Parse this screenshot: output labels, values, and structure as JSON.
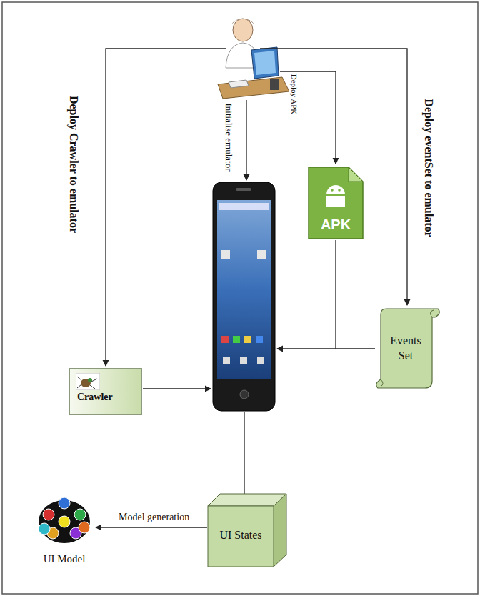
{
  "diagram": {
    "nodes": [
      {
        "text": [
          "APK"
        ]
      },
      {
        "text": [
          "Crawler"
        ]
      },
      {
        "text": [
          "Events Set"
        ]
      },
      {
        "text": [
          "UI States"
        ]
      },
      {
        "text": [
          "UI Model"
        ]
      }
    ],
    "edges": [
      {
        "from": 3,
        "to": 4,
        "label": "Model generation",
        "arrow": "to"
      }
    ],
    "labels": [
      "Deploy Crawler to emulator",
      "Initialise emulator",
      "Deploy APK",
      "Deploy eventSet to emulator"
    ]
  }
}
